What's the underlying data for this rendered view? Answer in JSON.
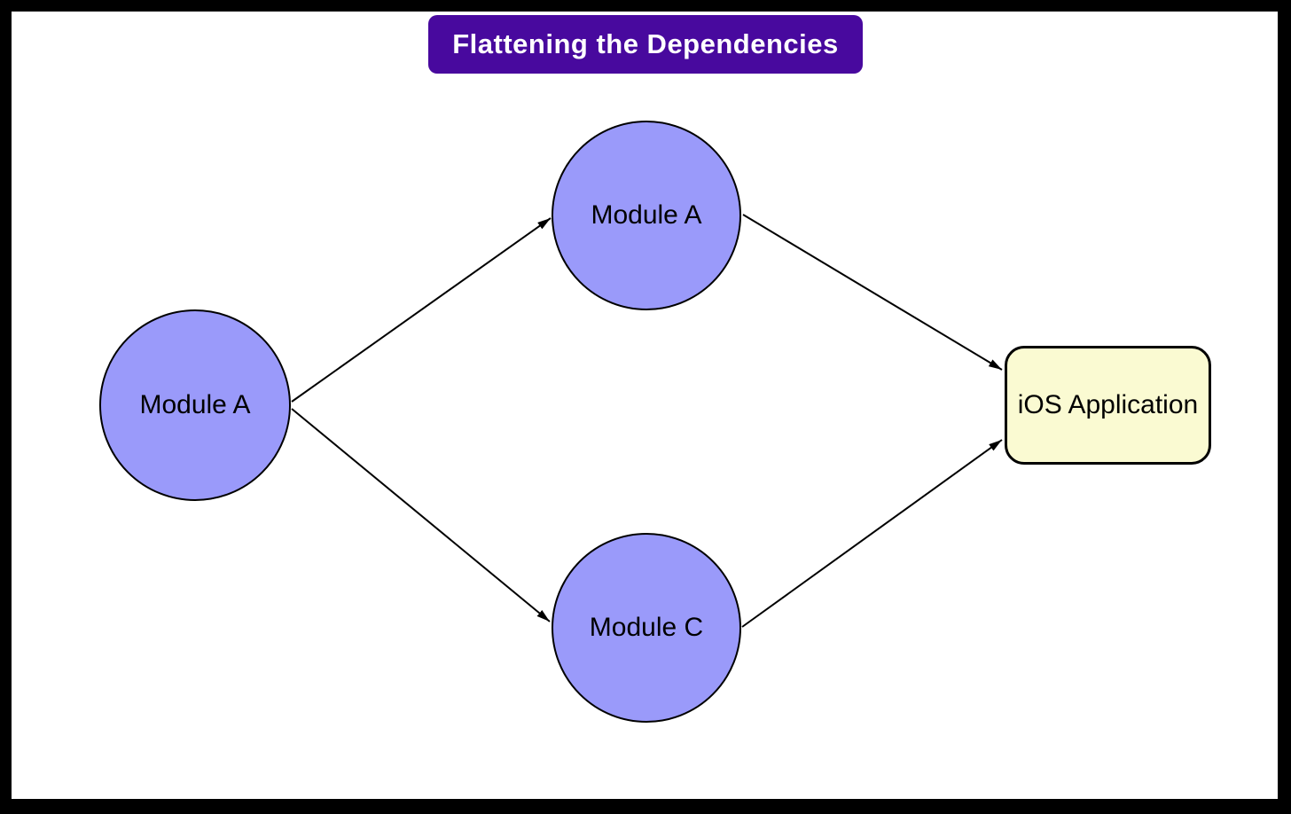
{
  "banner": {
    "label": "Flattening the Dependencies",
    "bg_color": "#48099e",
    "text_color": "#ffffff"
  },
  "nodes": [
    {
      "id": "module-a-source",
      "label": "Module A",
      "shape": "circle",
      "fill": "#9a9afa"
    },
    {
      "id": "module-a-flattened",
      "label": "Module A",
      "shape": "circle",
      "fill": "#9a9afa"
    },
    {
      "id": "module-c",
      "label": "Module C",
      "shape": "circle",
      "fill": "#9a9afa"
    },
    {
      "id": "ios-application",
      "label": "iOS Application",
      "shape": "rounded-rect",
      "fill": "#fafad2"
    }
  ],
  "edges": [
    {
      "from": "module-a-source",
      "to": "module-a-flattened"
    },
    {
      "from": "module-a-source",
      "to": "module-c"
    },
    {
      "from": "module-a-flattened",
      "to": "ios-application"
    },
    {
      "from": "module-c",
      "to": "ios-application"
    }
  ],
  "colors": {
    "edge": "#000000",
    "node_border": "#000000",
    "frame": "#000000",
    "canvas_bg": "#ffffff"
  }
}
